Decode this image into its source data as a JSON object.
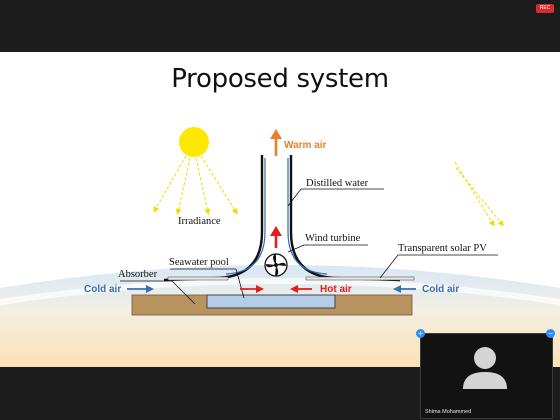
{
  "recording": {
    "badge": "REC"
  },
  "slide": {
    "title": "Proposed system",
    "labels": {
      "warm_air": "Warm air",
      "distilled_water": "Distilled water",
      "irradiance": "Irradiance",
      "wind_turbine": "Wind turbine",
      "transparent_pv": "Transparent solar PV",
      "seawater_pool": "Seawater pool",
      "absorber": "Absorber",
      "cold_air_left": "Cold air",
      "hot_air": "Hot air",
      "cold_air_right": "Cold air"
    }
  },
  "participant": {
    "name": "Shima Mohammed",
    "icon": "person-avatar-icon"
  },
  "colors": {
    "sun": "#ffe800",
    "warm_air": "#e8802a",
    "hot_air": "#e31d1d",
    "cold_air": "#3a6fb0",
    "ground": "#b8935f",
    "pool": "#b4cde8",
    "accent": "#2d8cff"
  }
}
